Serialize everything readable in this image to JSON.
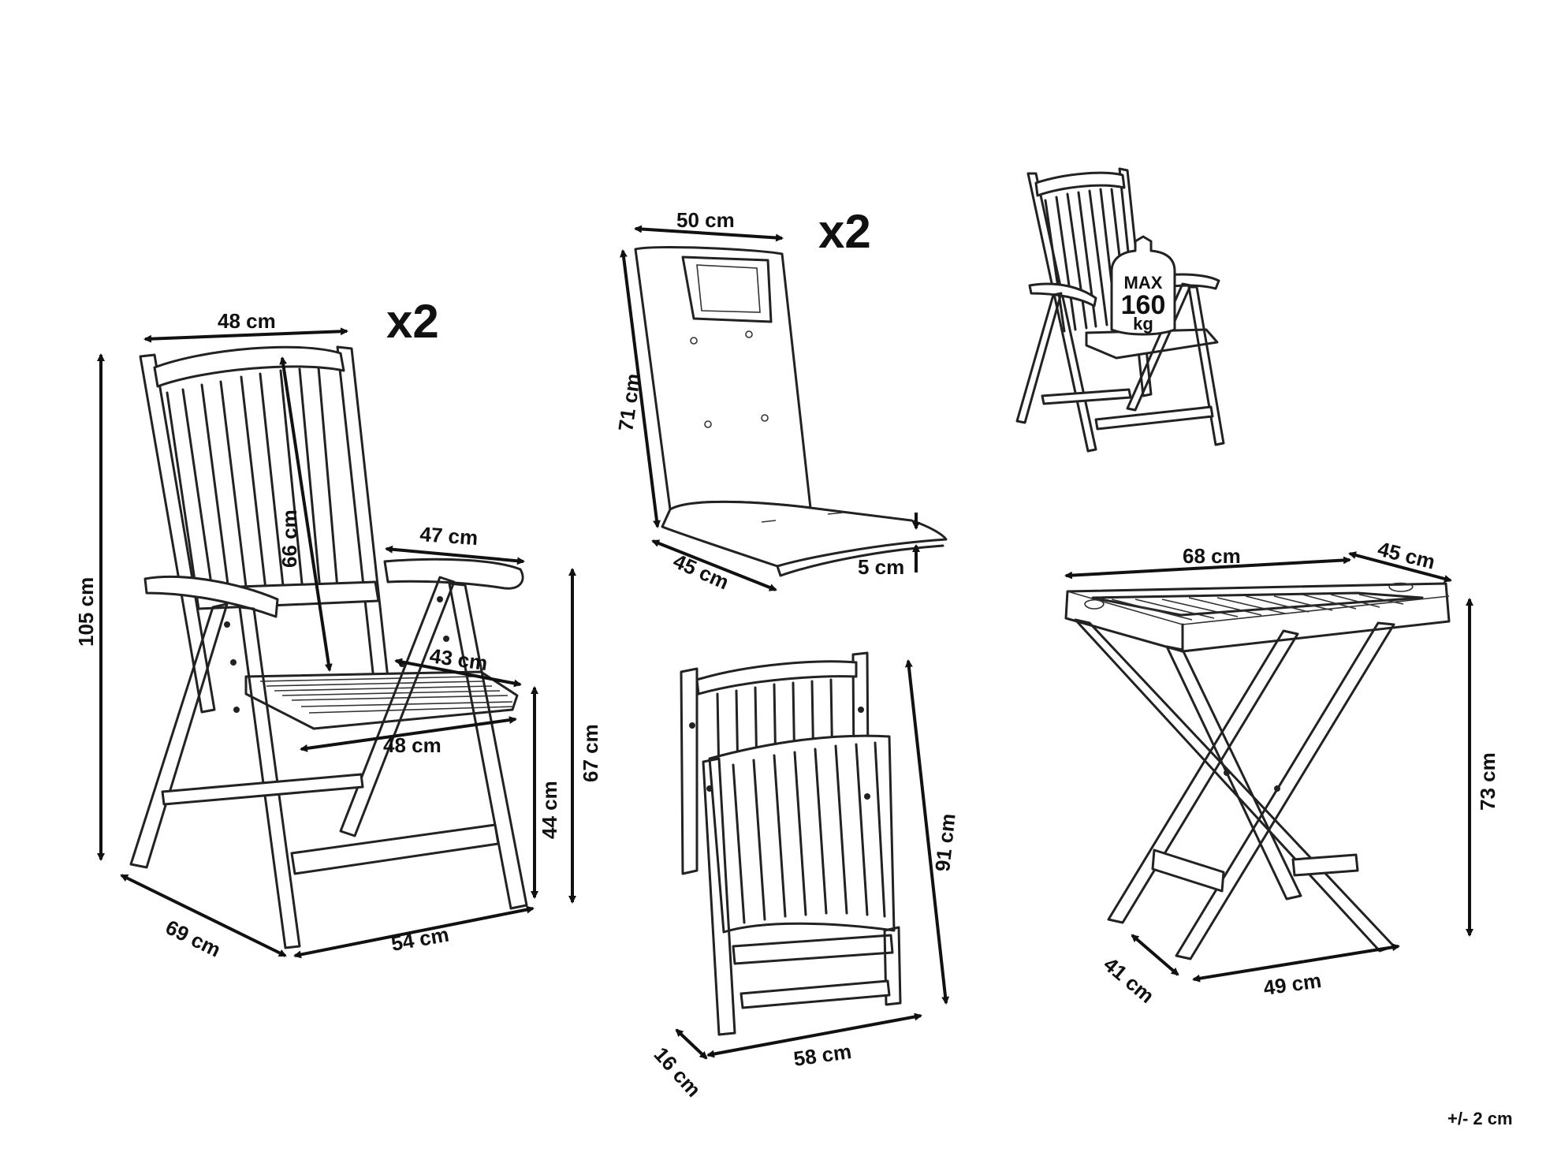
{
  "quantities": {
    "chair_qty": "x2",
    "cushion_qty": "x2"
  },
  "chair_dims": {
    "top_width": "48 cm",
    "total_height": "105 cm",
    "back_height": "66 cm",
    "arm_length": "47 cm",
    "seat_depth": "43 cm",
    "seat_width": "48 cm",
    "seat_height": "44 cm",
    "arm_height": "67 cm",
    "depth": "69 cm",
    "width": "54 cm"
  },
  "cushion_dims": {
    "width": "50 cm",
    "height": "71 cm",
    "seat_depth": "45 cm",
    "thickness": "5 cm"
  },
  "max_load": {
    "line1": "MAX",
    "line2": "160",
    "line3": "kg"
  },
  "folded_chair_dims": {
    "height": "91 cm",
    "width": "58 cm",
    "depth": "16 cm"
  },
  "table_dims": {
    "width": "68 cm",
    "depth": "45 cm",
    "height": "73 cm",
    "base_width": "49 cm",
    "base_depth": "41 cm"
  },
  "tolerance": "+/- 2 cm"
}
